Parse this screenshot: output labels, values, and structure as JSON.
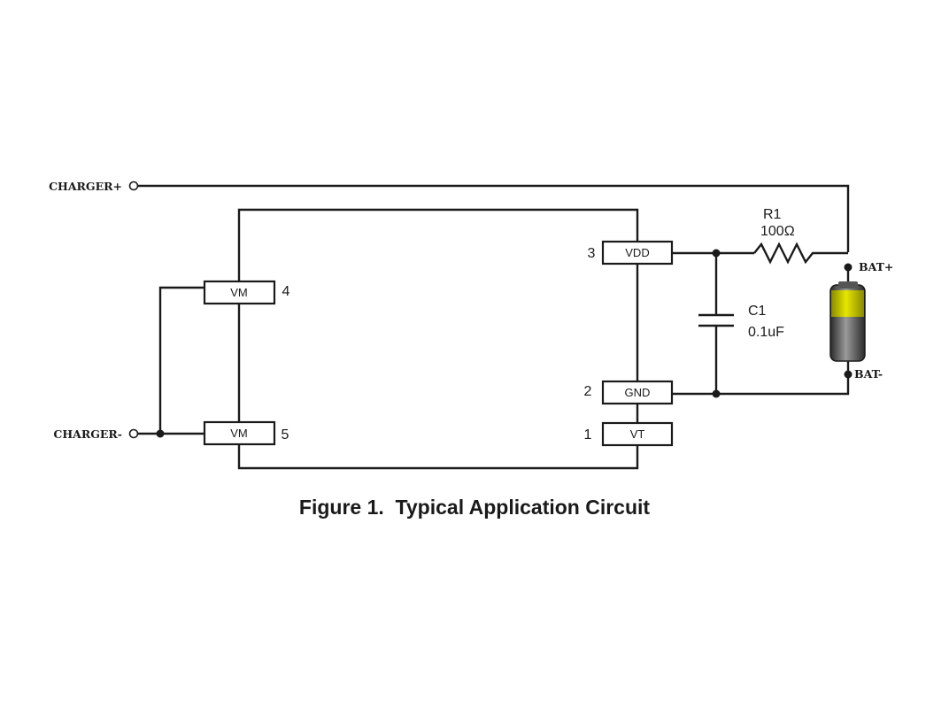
{
  "terminals": {
    "charger_plus": "CHARGER+",
    "charger_minus": "CHARGER-",
    "bat_plus": "BAT+",
    "bat_minus": "BAT-"
  },
  "pins": {
    "vdd": {
      "number": "3",
      "label": "VDD"
    },
    "gnd": {
      "number": "2",
      "label": "GND"
    },
    "vt": {
      "number": "1",
      "label": "VT"
    },
    "vm_top": {
      "number": "4",
      "label": "VM"
    },
    "vm_bottom": {
      "number": "5",
      "label": "VM"
    }
  },
  "components": {
    "resistor": {
      "name": "R1",
      "value": "100Ω"
    },
    "capacitor": {
      "name": "C1",
      "value": "0.1uF"
    }
  },
  "battery": {
    "top_color": "#c8c800",
    "body_color": "#444444"
  },
  "caption": "Figure 1.  Typical Application Circuit"
}
